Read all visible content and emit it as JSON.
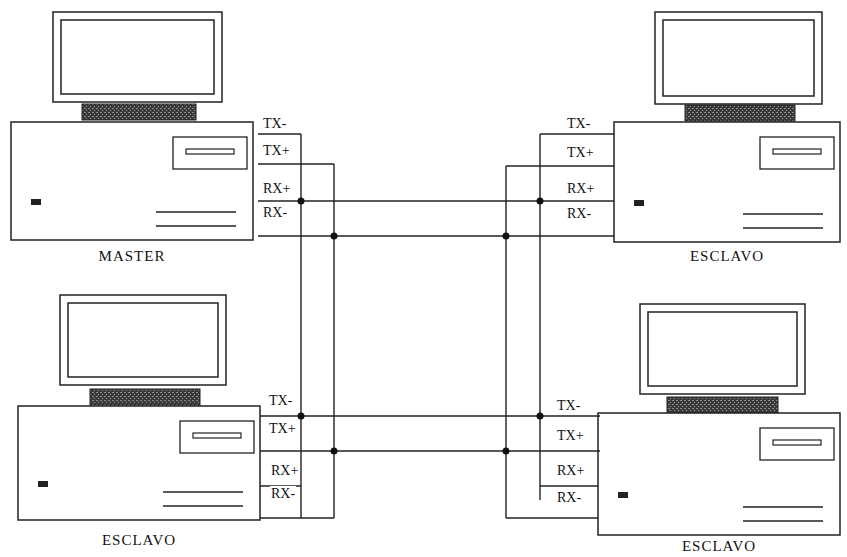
{
  "diagram": {
    "nodes": [
      {
        "text": [
          "MASTER"
        ]
      },
      {
        "text": [
          "ESCLAVO"
        ]
      },
      {
        "text": [
          "ESCLAVO"
        ]
      },
      {
        "text": [
          "ESCLAVO"
        ]
      }
    ],
    "labels": [
      "TX-",
      "TX+",
      "RX+",
      "RX-",
      "TX-",
      "TX+",
      "RX+",
      "RX-",
      "TX-",
      "TX+",
      "RX+",
      "RX-",
      "TX-",
      "TX+",
      "RX+",
      "RX-"
    ]
  }
}
